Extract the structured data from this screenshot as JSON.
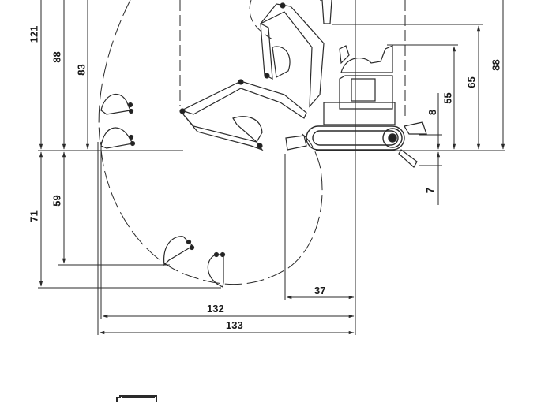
{
  "diagram": {
    "type": "excavator working range dimension drawing",
    "subject": "mini excavator side view",
    "colors": {
      "line": "#2a2a2a",
      "background": "#ffffff"
    },
    "dimensions_vertical_left": [
      {
        "id": "max-digging-height",
        "value": "121"
      },
      {
        "id": "max-dump-height",
        "value": "88"
      },
      {
        "id": "dump-height-inner",
        "value": "83"
      },
      {
        "id": "max-vertical-wall-depth",
        "value": "59"
      },
      {
        "id": "max-digging-depth",
        "value": "71"
      }
    ],
    "dimensions_vertical_right": [
      {
        "id": "blade-lift-height",
        "value": "8"
      },
      {
        "id": "blade-drop-depth",
        "value": "7"
      },
      {
        "id": "seat-height",
        "value": "55"
      },
      {
        "id": "canopy-height",
        "value": "65"
      },
      {
        "id": "overall-height",
        "value": "88"
      }
    ],
    "dimensions_horizontal": [
      {
        "id": "tail-reach",
        "value": "37"
      },
      {
        "id": "max-digging-reach-ground",
        "value": "132"
      },
      {
        "id": "max-digging-reach",
        "value": "133"
      }
    ]
  }
}
